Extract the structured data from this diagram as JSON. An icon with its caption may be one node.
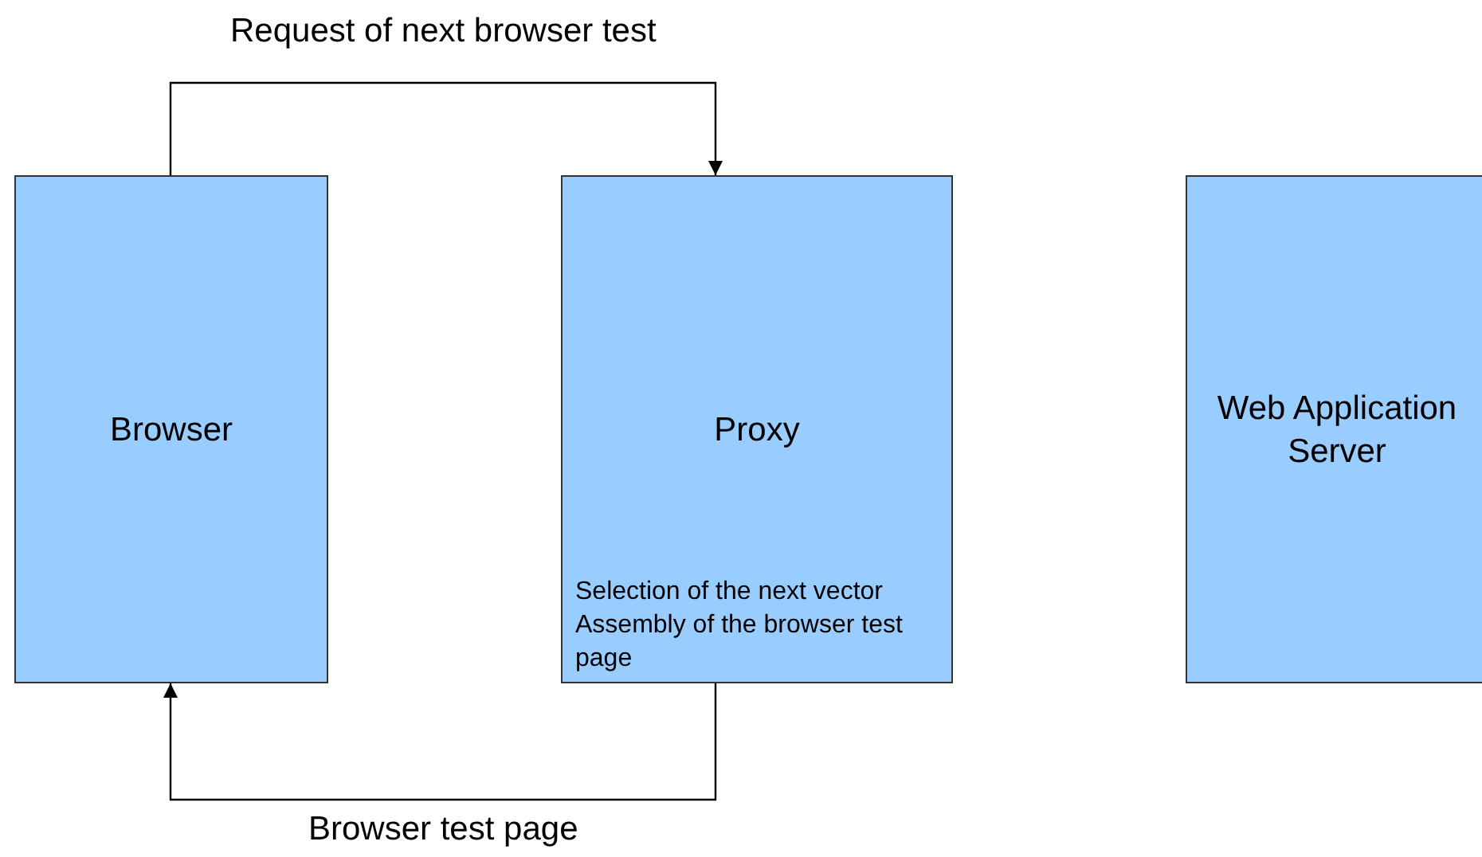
{
  "diagram": {
    "nodes": [
      {
        "text": [
          "Browser"
        ]
      },
      {
        "text": [
          "Proxy",
          "Selection of the next vector",
          "Assembly of the browser test page"
        ]
      },
      {
        "text": [
          "Web Application Server"
        ]
      }
    ],
    "edges": [
      {
        "from": 0,
        "to": 1,
        "arrow": "to",
        "label": "Request of next browser test"
      },
      {
        "from": 1,
        "to": 0,
        "arrow": "to",
        "label": "Browser test page"
      }
    ]
  }
}
